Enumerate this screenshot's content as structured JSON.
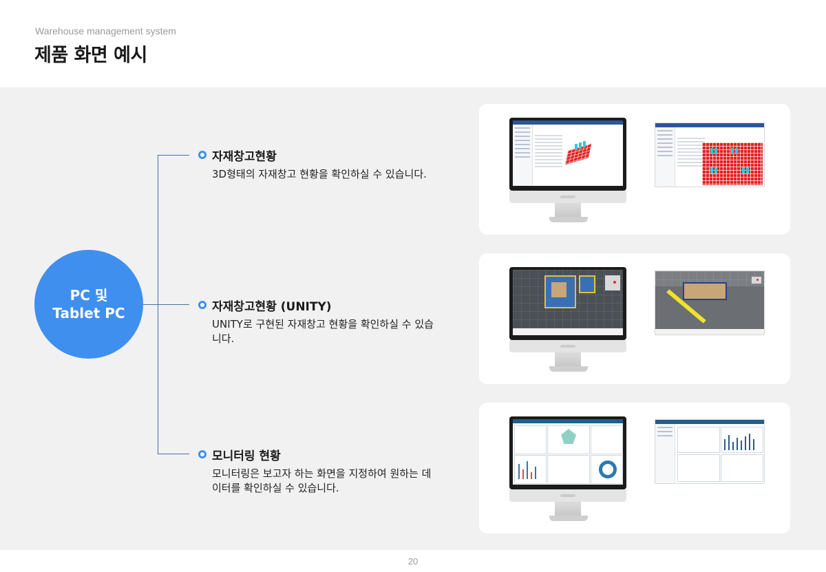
{
  "header": {
    "subtitle": "Warehouse management system",
    "title": "제품 화면 예시"
  },
  "hub": {
    "line1": "PC 및",
    "line2": "Tablet PC"
  },
  "items": [
    {
      "title": "자재창고현황",
      "desc": "3D형태의 자재창고 현황을 확인하실 수 있습니다."
    },
    {
      "title": "자재창고현황 (UNITY)",
      "desc": "UNITY로 구현된 자재창고 현황을 확인하실 수 있습니다."
    },
    {
      "title": "모니터링 현황",
      "desc": "모니터링은 보고자 하는 화면을 지정하여 원하는 데이터를 확인하실 수 있습니다."
    }
  ],
  "footer": {
    "page_number": "20"
  },
  "colors": {
    "accent": "#3f8fee",
    "connector": "#4a6fa0",
    "band": "#f1f1f1"
  }
}
